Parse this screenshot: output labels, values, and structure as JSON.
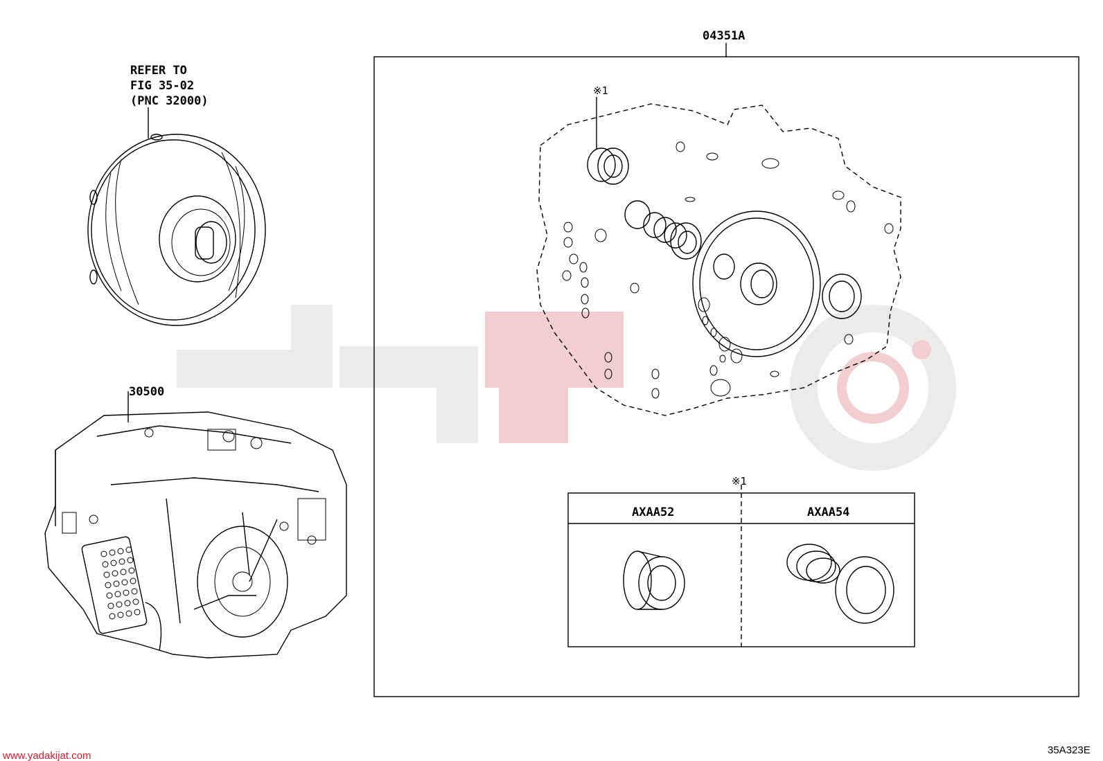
{
  "diagram": {
    "refer_note": [
      "REFER TO",
      "FIG 35-02",
      "(PNC 32000)"
    ],
    "part_transaxle": "30500",
    "part_kit": "04351A",
    "kit_mark_top": "※1",
    "kit_mark_table": "※1",
    "table": {
      "col1": "AXAA52",
      "col2": "AXAA54"
    },
    "figure_code": "35A323E",
    "website": "www.yadakijat.com",
    "watermark_color": "#e8b8bc",
    "watermark_gray": "#e6e6e6"
  }
}
